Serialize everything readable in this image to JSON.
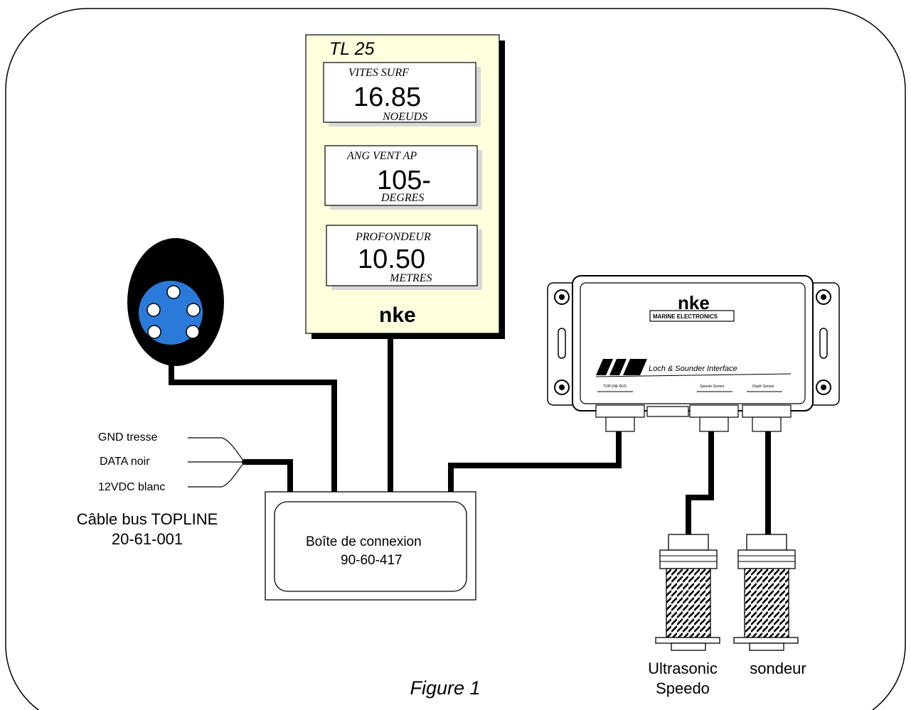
{
  "display": {
    "model": "TL 25",
    "brand": "nke",
    "screens": [
      {
        "label": "VITES  SURF",
        "value": "16.85",
        "unit": "NOEUDS"
      },
      {
        "label": "ANG VENT AP",
        "value": "105-",
        "unit": "DEGRES"
      },
      {
        "label": "PROFONDEUR",
        "value": "10.50",
        "unit": "METRES"
      }
    ]
  },
  "interface": {
    "brand": "nke",
    "subtitle": "MARINE ELECTRONICS",
    "name": "Loch & Sounder Interface",
    "ports": [
      "TOPLINE BUS",
      "Speedo Sensor",
      "Depth Sensor"
    ]
  },
  "wires": {
    "gnd": "GND tresse",
    "data": "DATA noir",
    "power": "12VDC blanc"
  },
  "cable": {
    "name": "Câble bus TOPLINE",
    "ref": "20-61-001"
  },
  "junction_box": {
    "name": "Boîte de connexion",
    "ref": "90-60-417"
  },
  "sensors": {
    "speedo_line1": "Ultrasonic",
    "speedo_line2": "Speedo",
    "depth": "sondeur"
  },
  "caption": "Figure 1",
  "colors": {
    "display_panel": "#ffffde",
    "connector_face": "#2a7bd9",
    "ink": "#000000"
  }
}
